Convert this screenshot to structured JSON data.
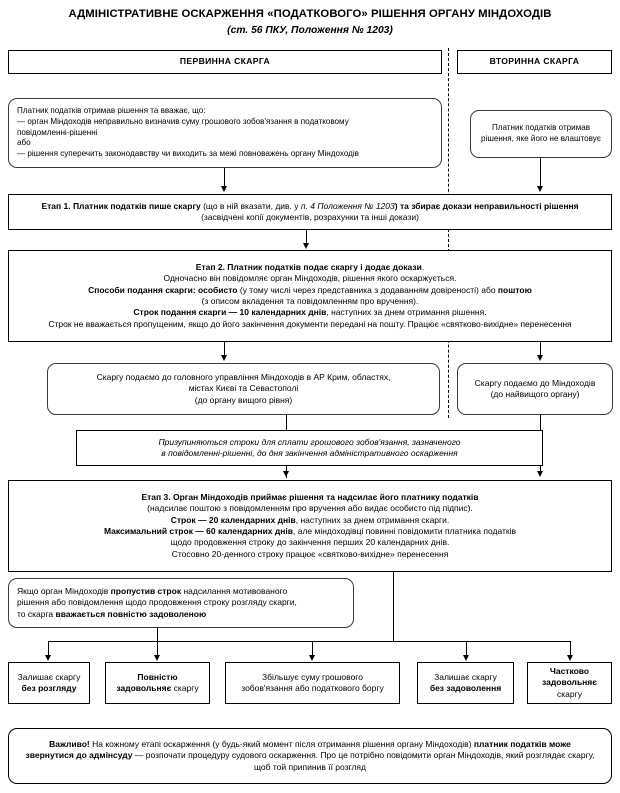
{
  "header": {
    "title_line1": "АДМІНІСТРАТИВНЕ ОСКАРЖЕННЯ «ПОДАТКОВОГО» РІШЕННЯ ОРГАНУ МІНДОХОДІВ",
    "title_line2": "(ст. 56 ПКУ, Положення № 1203)"
  },
  "columns": {
    "primary_header": "ПЕРВИННА СКАРГА",
    "secondary_header": "ВТОРИННА СКАРГА"
  },
  "nodes": {
    "start_primary": {
      "line1": "Платник податків отримав рішення та вважає, що:",
      "line2": "— орган Міндоходів неправильно визначив суму грошового зобов'язання в податковому",
      "line3": "повідомленні-рішенні",
      "line4": "або",
      "line5": "— рішення суперечить законодавству чи виходить за межі повноважень органу Міндоходів"
    },
    "start_secondary": {
      "line1": "Платник податків отримав",
      "line2": "рішення, яке його не влаштовує"
    },
    "stage1": {
      "b1": "Етап 1. Платник податків пише скаргу",
      "n1": " (що в ній вказати, див. у ",
      "i1": "п. 4 Положення № 1203",
      "b2": ") та збирає докази неправильності рішення",
      "line2": "(засвідчені копії документів, розрахунки та інші докази)"
    },
    "stage2": {
      "l1_b": "Етап 2. Платник податків подає скаргу і додає докази",
      "l1_n": ".",
      "l2": "Одночасно він повідомляє орган Міндоходів, рішення якого оскаржується.",
      "l3_b1": "Способи подання скарги: особисто",
      "l3_n1": " (у тому числі через представника з додаванням довіреності) або ",
      "l3_b2": "поштою",
      "l4": "(з описом вкладення та повідомленням про вручення).",
      "l5_b": "Строк подання скарги — 10 календарних днів",
      "l5_n": ", наступних за днем отримання рішення.",
      "l6": "Строк не вважається пропущеним, якщо до його закінчення документи передані на пошту. Працює «святково-вихідне» перенесення"
    },
    "submit_primary": {
      "line1": "Скаргу подаємо до головного управління Міндоходів в АР Крим, областях,",
      "line2": "містах Києві та Севастополі",
      "line3": "(до органу вищого рівня)"
    },
    "submit_secondary": {
      "line1": "Скаргу подаємо до Міндоходів",
      "line2": "(до найвищого органу)"
    },
    "suspension": {
      "line1": "Призупиняються строки для сплати грошового зобов'язання, зазначеного",
      "line2": "в повідомленні-рішенні, до дня закінчення адміністративного оскарження"
    },
    "stage3": {
      "l1_b": "Етап 3. Орган Міндоходів приймає рішення та надсилає його платнику податків",
      "l2": "(надсилає поштою з повідомленням про вручення або видає особисто під підпис).",
      "l3_b": "Строк — 20 календарних днів",
      "l3_n": ", наступних за днем отримання скарги.",
      "l4_b": "Максимальний строк — 60 календарних днів",
      "l4_n": ", але міндоходівці повинні повідомити платника податків",
      "l5": "щодо продовження строку до закінчення перших 20 календарних днів.",
      "l6": "Стосовно 20-денного строку працює «святково-вихідне» перенесення"
    },
    "missed_deadline": {
      "l1_n1": "Якщо орган Міндоходів ",
      "l1_b": "пропустив строк",
      "l1_n2": " надсилання мотивованого",
      "l2": "рішення або повідомлення щодо продовження строку розгляду скарги,",
      "l3_n": "то скарга ",
      "l3_b": "вважається повністю задоволеною"
    },
    "important": {
      "b1": "Важливо!",
      "n1": " На кожному етапі оскарження (у будь-який момент після отримання рішення органу Міндоходів) ",
      "b2": "платник податків може звернутися до адмінсуду",
      "n2": " — розпочати процедуру судового оскарження. Про це потрібно повідомити орган Міндоходів, який розглядає скаргу, щоб той припинив її розгляд"
    }
  },
  "outcomes": [
    {
      "line1_n": "Залишає скаргу",
      "line2_b": "без розгляду"
    },
    {
      "line1_b": "Повністю",
      "line2_b": "задовольняє",
      "line2_n": " скаргу"
    },
    {
      "line1_n": "Збільшує суму грошового",
      "line2_n": "зобов'язання або податкового боргу"
    },
    {
      "line1_n": "Залишає скаргу",
      "line2_b": "без задоволення"
    },
    {
      "line1_b": "Частково",
      "line2_b": "задовольняє",
      "line3_n": "скаргу"
    }
  ],
  "colors": {
    "stroke": "#000000",
    "rounded_stroke": "#3a3a3a",
    "background": "#ffffff",
    "text": "#000000"
  }
}
